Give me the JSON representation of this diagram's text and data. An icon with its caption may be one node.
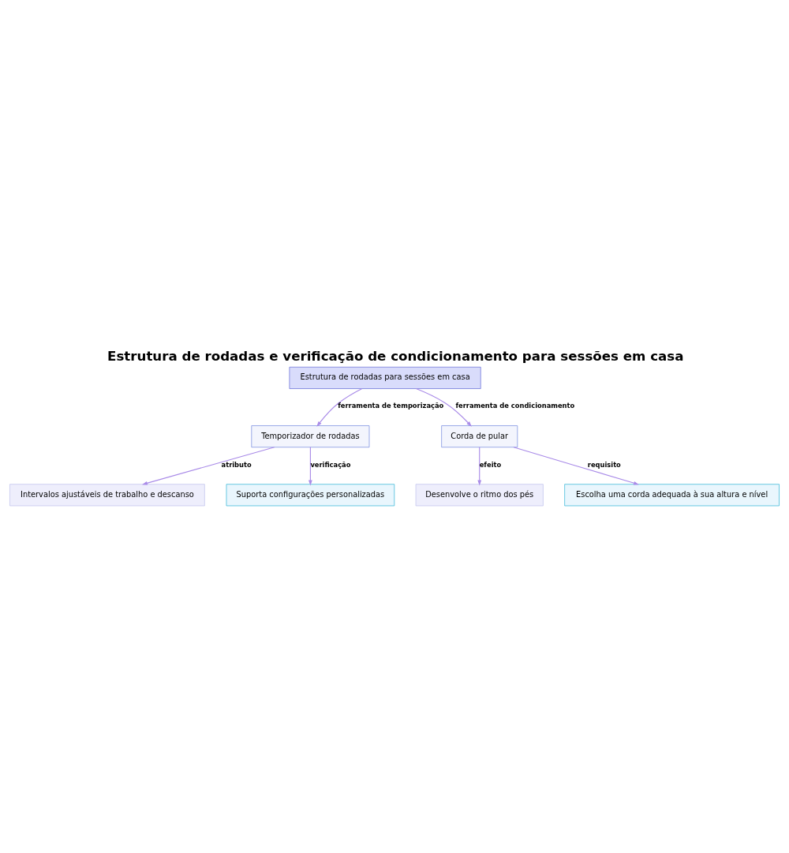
{
  "diagram": {
    "title": "Estrutura de rodadas e verificação de condicionamento para sessões em casa",
    "nodes": [
      {
        "text": [
          "Estrutura de rodadas para sessões em casa"
        ]
      },
      {
        "text": [
          "Temporizador de rodadas"
        ]
      },
      {
        "text": [
          "Corda de pular"
        ]
      },
      {
        "text": [
          "Intervalos ajustáveis de trabalho e descanso"
        ]
      },
      {
        "text": [
          "Suporta configurações personalizadas"
        ]
      },
      {
        "text": [
          "Desenvolve o ritmo dos pés"
        ]
      },
      {
        "text": [
          "Escolha uma corda adequada à sua altura e nível"
        ]
      }
    ],
    "edges": [
      {
        "from": 0,
        "to": 1,
        "arrow": "to",
        "label": "ferramenta de temporização"
      },
      {
        "from": 0,
        "to": 2,
        "arrow": "to",
        "label": "ferramenta de condicionamento"
      },
      {
        "from": 1,
        "to": 3,
        "arrow": "to",
        "label": "atributo"
      },
      {
        "from": 1,
        "to": 4,
        "arrow": "to",
        "label": "verificação"
      },
      {
        "from": 2,
        "to": 5,
        "arrow": "to",
        "label": "efeito"
      },
      {
        "from": 2,
        "to": 6,
        "arrow": "to",
        "label": "requisito"
      }
    ]
  }
}
